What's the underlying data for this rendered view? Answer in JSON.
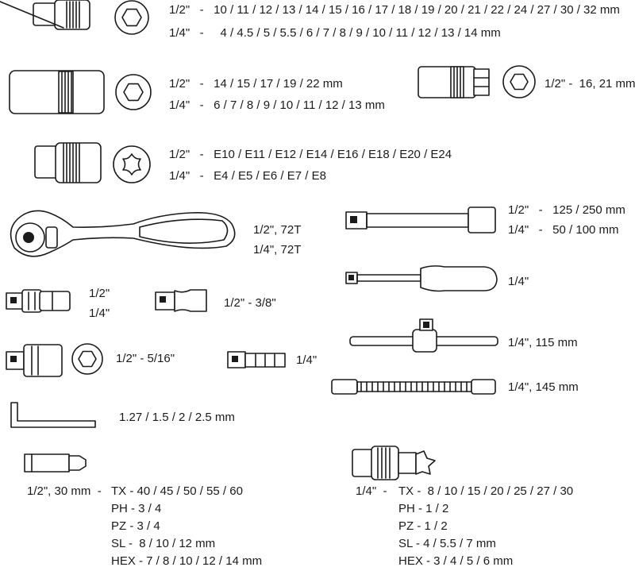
{
  "labels": {
    "r1a": "1/2\"   -   10 / 11 / 12 / 13 / 14 / 15 / 16 / 17 / 18 / 19 / 20 / 21 / 22 / 24 / 27 / 30 / 32 mm",
    "r1b": "1/4\"   -     4 / 4.5 / 5 / 5.5 / 6 / 7 / 8 / 9 / 10 / 11 / 12 / 13 / 14 mm",
    "r2a": "1/2\"   -   14 / 15 / 17 / 19 / 22 mm",
    "r2b": "1/4\"   -   6 / 7 / 8 / 9 / 10 / 11 / 12 / 13 mm",
    "r2c": "1/2\" -  16, 21 mm",
    "r3a": "1/2\"   -   E10 / E11 / E12 / E14 / E16 / E18 / E20 / E24",
    "r3b": "1/4\"   -   E4 / E5 / E6 / E7 / E8",
    "ratchet_a": "1/2\", 72T",
    "ratchet_b": "1/4\", 72T",
    "ext_a": "1/2\"   -   125 / 250 mm",
    "ext_b": "1/4\"   -   50 / 100 mm",
    "ujoint_a": "1/2\"",
    "ujoint_b": "1/4\"",
    "adapter": "1/2\" - 3/8\"",
    "spinner": "1/4\"",
    "adapter2": "1/2\" - 5/16\"",
    "bitholder": "1/4\"",
    "tbar": "1/4\", 115 mm",
    "flex": "1/4\", 145 mm",
    "hexkey": "1.27 / 1.5 / 2 / 2.5 mm",
    "bits_big_head": "1/2\", 30 mm  -",
    "bits_big": [
      "TX - 40 / 45 / 50 / 55 / 60",
      "PH - 3 / 4",
      "PZ - 3 / 4",
      "SL -  8 / 10 / 12 mm",
      "HEX - 7 / 8 / 10 / 12 / 14 mm"
    ],
    "bits_small_head": "1/4\"  -",
    "bits_small": [
      "TX -  8 / 10 / 15 / 20 / 25 / 27 / 30",
      "PH - 1 / 2",
      "PZ - 1 / 2",
      "SL - 4 / 5.5 / 7 mm",
      "HEX - 3 / 4 / 5 / 6 mm"
    ]
  },
  "icons": [
    "socket-icon",
    "hex-socket-end-icon",
    "deep-socket-icon",
    "spark-plug-socket-icon",
    "torx-socket-icon",
    "torx-socket-end-icon",
    "ratchet-icon",
    "extension-bar-icon",
    "universal-joint-icon",
    "adapter-icon",
    "spinner-handle-icon",
    "reducer-adapter-icon",
    "bit-holder-icon",
    "t-bar-icon",
    "flexible-extension-icon",
    "hex-key-icon",
    "bit-icon",
    "bit-socket-icon"
  ]
}
